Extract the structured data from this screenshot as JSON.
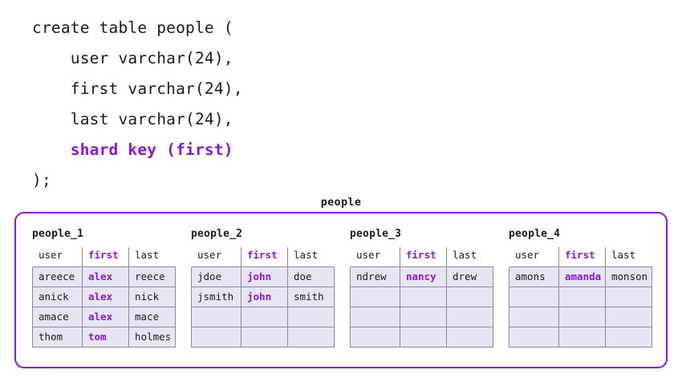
{
  "sql": {
    "lines": [
      "create table people (",
      "    user varchar(24),",
      "    first varchar(24),",
      "    last varchar(24),",
      "    shard key (first)",
      ");"
    ],
    "highlight_line_index": 4,
    "highlight_color": "#8a18d4"
  },
  "diagram": {
    "title": "people",
    "container_border_color": "#9012d4",
    "cell_background": "#e7e5f4",
    "cell_border_color": "#8b8b96",
    "key_column": "first",
    "key_color": "#8a18d4",
    "columns": [
      "user",
      "first",
      "last"
    ],
    "shards": [
      {
        "label": "people_1",
        "rows": [
          {
            "user": "areece",
            "first": "alex",
            "last": "reece"
          },
          {
            "user": "anick",
            "first": "alex",
            "last": "nick"
          },
          {
            "user": "amace",
            "first": "alex",
            "last": "mace"
          },
          {
            "user": "thom",
            "first": "tom",
            "last": "holmes"
          }
        ]
      },
      {
        "label": "people_2",
        "rows": [
          {
            "user": "jdoe",
            "first": "john",
            "last": "doe"
          },
          {
            "user": "jsmith",
            "first": "john",
            "last": "smith"
          },
          {
            "user": "",
            "first": "",
            "last": ""
          },
          {
            "user": "",
            "first": "",
            "last": ""
          }
        ]
      },
      {
        "label": "people_3",
        "rows": [
          {
            "user": "ndrew",
            "first": "nancy",
            "last": "drew"
          },
          {
            "user": "",
            "first": "",
            "last": ""
          },
          {
            "user": "",
            "first": "",
            "last": ""
          },
          {
            "user": "",
            "first": "",
            "last": ""
          }
        ]
      },
      {
        "label": "people_4",
        "rows": [
          {
            "user": "amons",
            "first": "amanda",
            "last": "monson"
          },
          {
            "user": "",
            "first": "",
            "last": ""
          },
          {
            "user": "",
            "first": "",
            "last": ""
          },
          {
            "user": "",
            "first": "",
            "last": ""
          }
        ]
      }
    ]
  }
}
